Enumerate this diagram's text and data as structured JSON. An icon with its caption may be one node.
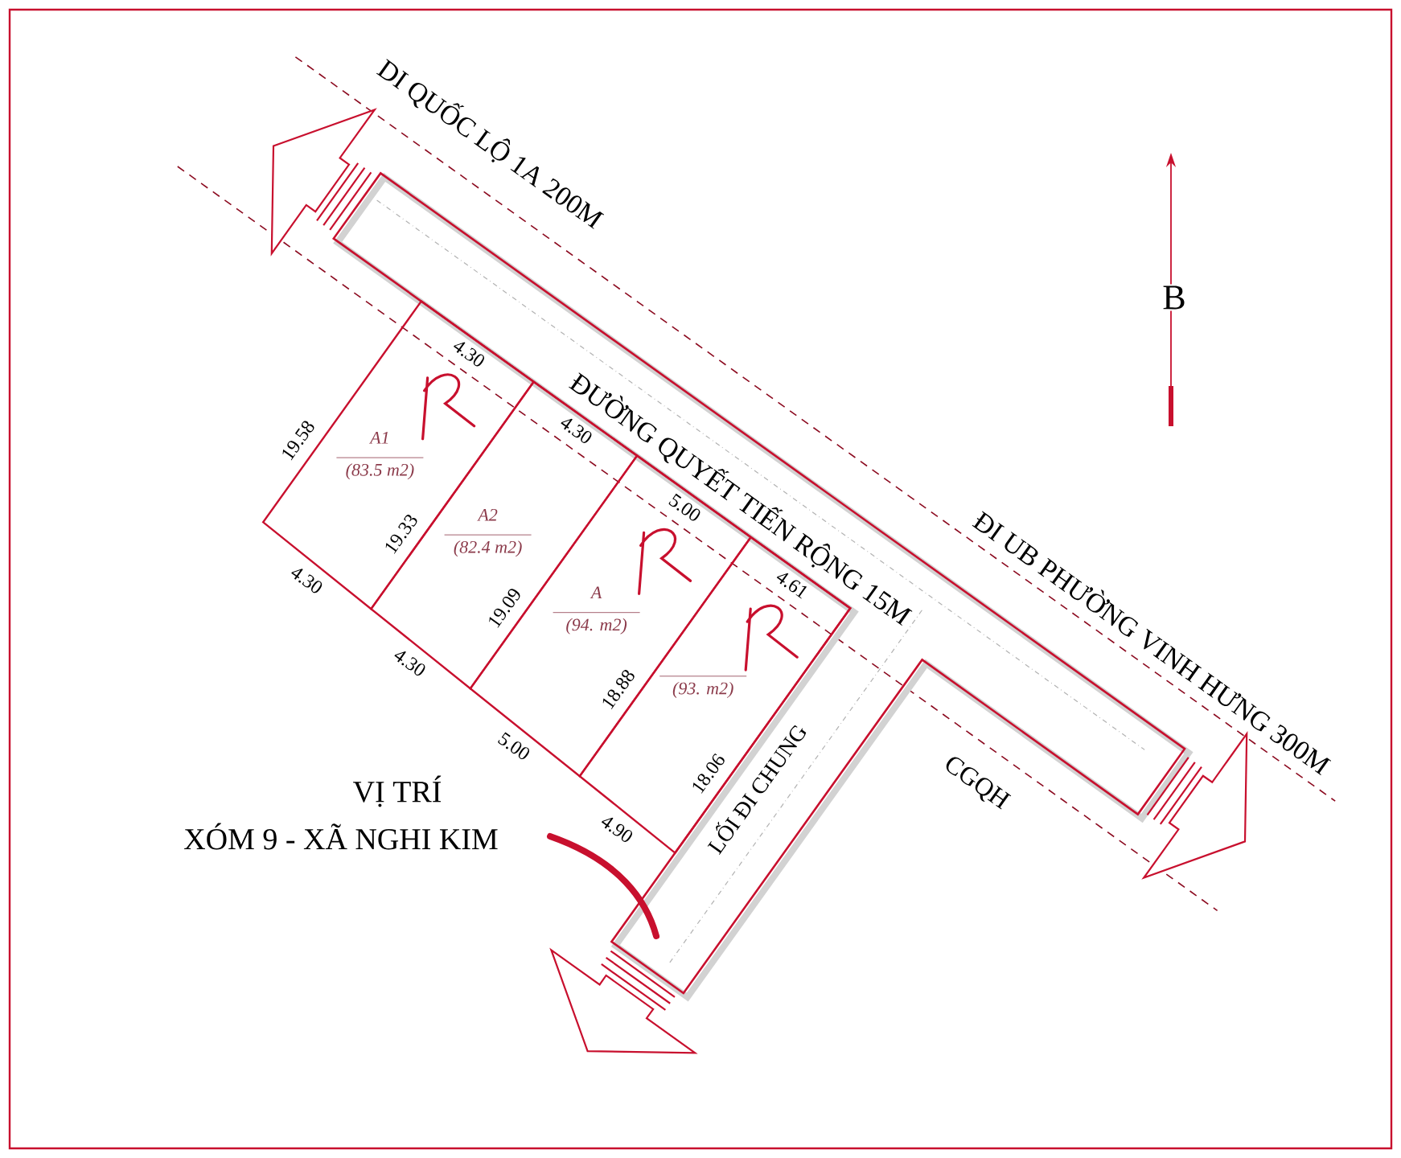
{
  "diagram": {
    "nodes": [
      {
        "text": [
          "ĐƯỜNG QUYẾT TIẾN RỘNG 15M",
          "LỐI ĐI CHUNG"
        ]
      },
      {
        "text": [
          "A1",
          "(83.5 m2)"
        ]
      },
      {
        "text": [
          "A2",
          "(82.4 m2)"
        ]
      },
      {
        "text": [
          "A",
          "(94. m2)"
        ]
      },
      {
        "text": [
          "(93. m2)"
        ]
      }
    ],
    "labels": [
      "DI QUỐC LỘ 1A 200M",
      "B",
      "4.30",
      "19.58",
      "4.30",
      "19.33",
      "5.00",
      "4.30",
      "19.09",
      "4.61",
      "ĐI UB PHƯỜNG VINH HƯNG 300M",
      "4.30",
      "18.88",
      "5.00",
      "18.06",
      "VỊ TRÍ",
      "4.90",
      "CGQH",
      "XÓM 9 - XÃ NGHI KIM"
    ]
  }
}
